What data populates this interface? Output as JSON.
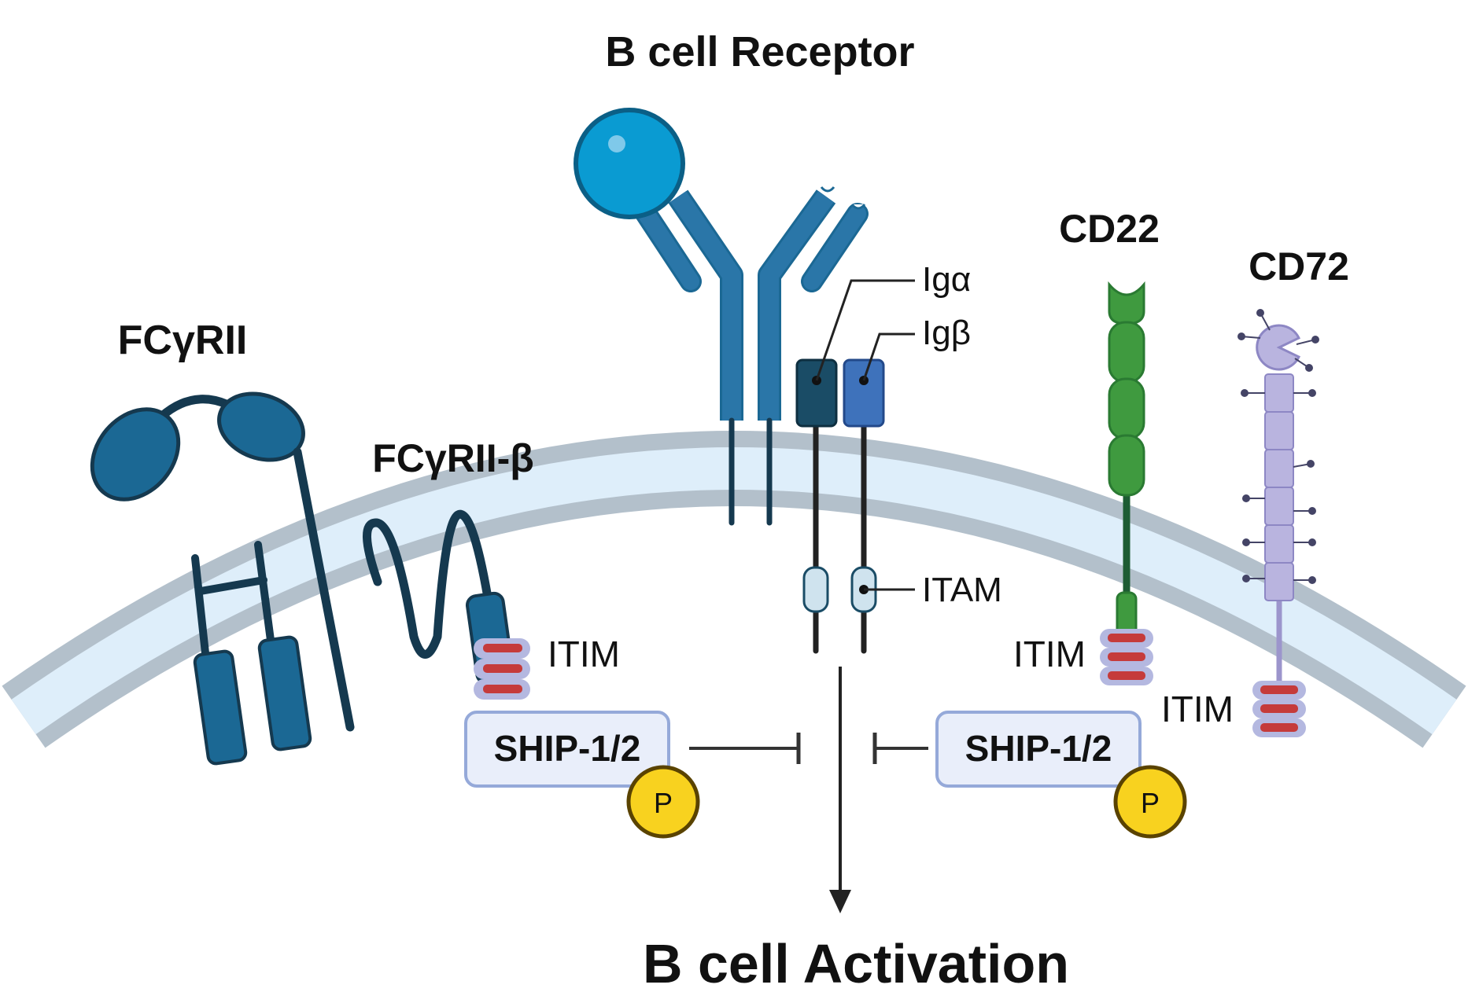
{
  "labels": {
    "bcr_title": "B cell Receptor",
    "fcgrii": "FCγRII",
    "fcgrii_b": "FCγRII-β",
    "cd22": "CD22",
    "cd72": "CD72",
    "ig_alpha": "Igα",
    "ig_beta": "Igβ",
    "itam": "ITAM",
    "itim_left": "ITIM",
    "itim_cd22": "ITIM",
    "itim_cd72": "ITIM",
    "ship_left": "SHIP-1/2",
    "ship_right": "SHIP-1/2",
    "phospho_left": "P",
    "phospho_right": "P",
    "activation": "B cell Activation"
  },
  "colors": {
    "membrane_outer": "#b3c0cb",
    "membrane_inner": "#deeefa",
    "receptor_blue": "#2a76a8",
    "receptor_dark": "#1b6894",
    "line_dark": "#15394f",
    "antigen_blue": "#0a9bd2",
    "ig_alpha": "#1a4c66",
    "ig_beta": "#3e72bb",
    "itam_fill": "#cfe3ee",
    "itim_red": "#c53b3b",
    "itim_lavender": "#b4b8e0",
    "cd22_green": "#3f9a3f",
    "cd22_dark": "#1d5c33",
    "cd72_lavender": "#b9b4df",
    "ship_fill": "#e9eefa",
    "ship_border": "#95a9d9",
    "phospho_yellow": "#f8d21f",
    "phospho_border": "#5a4300"
  },
  "icons": [
    "antigen-icon",
    "bcr-antibody-icon",
    "fcgrii-receptor-icon",
    "fcgrii-beta-receptor-icon",
    "cd22-receptor-icon",
    "cd72-receptor-icon",
    "phosphate-icon"
  ]
}
